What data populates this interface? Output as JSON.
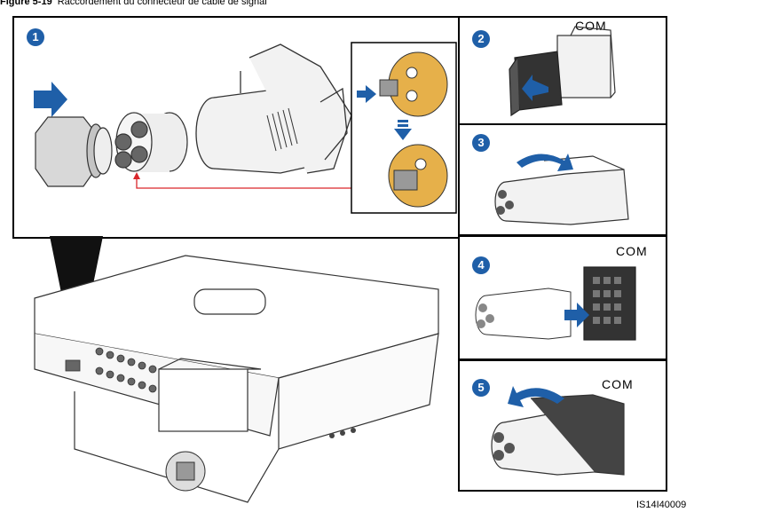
{
  "caption": {
    "label": "Figure 5-19",
    "text": "Raccordement du connecteur de câble de signal"
  },
  "steps": [
    "1",
    "2",
    "3",
    "4",
    "5"
  ],
  "com_labels": {
    "p2": "COM",
    "p4": "COM",
    "p5": "COM"
  },
  "image_code": "IS14I40009",
  "colors": {
    "step_badge": "#1f5fa8",
    "arrow": "#1f5fa8",
    "guide_line": "#d9262b",
    "connector_core": "#e6b04a"
  }
}
